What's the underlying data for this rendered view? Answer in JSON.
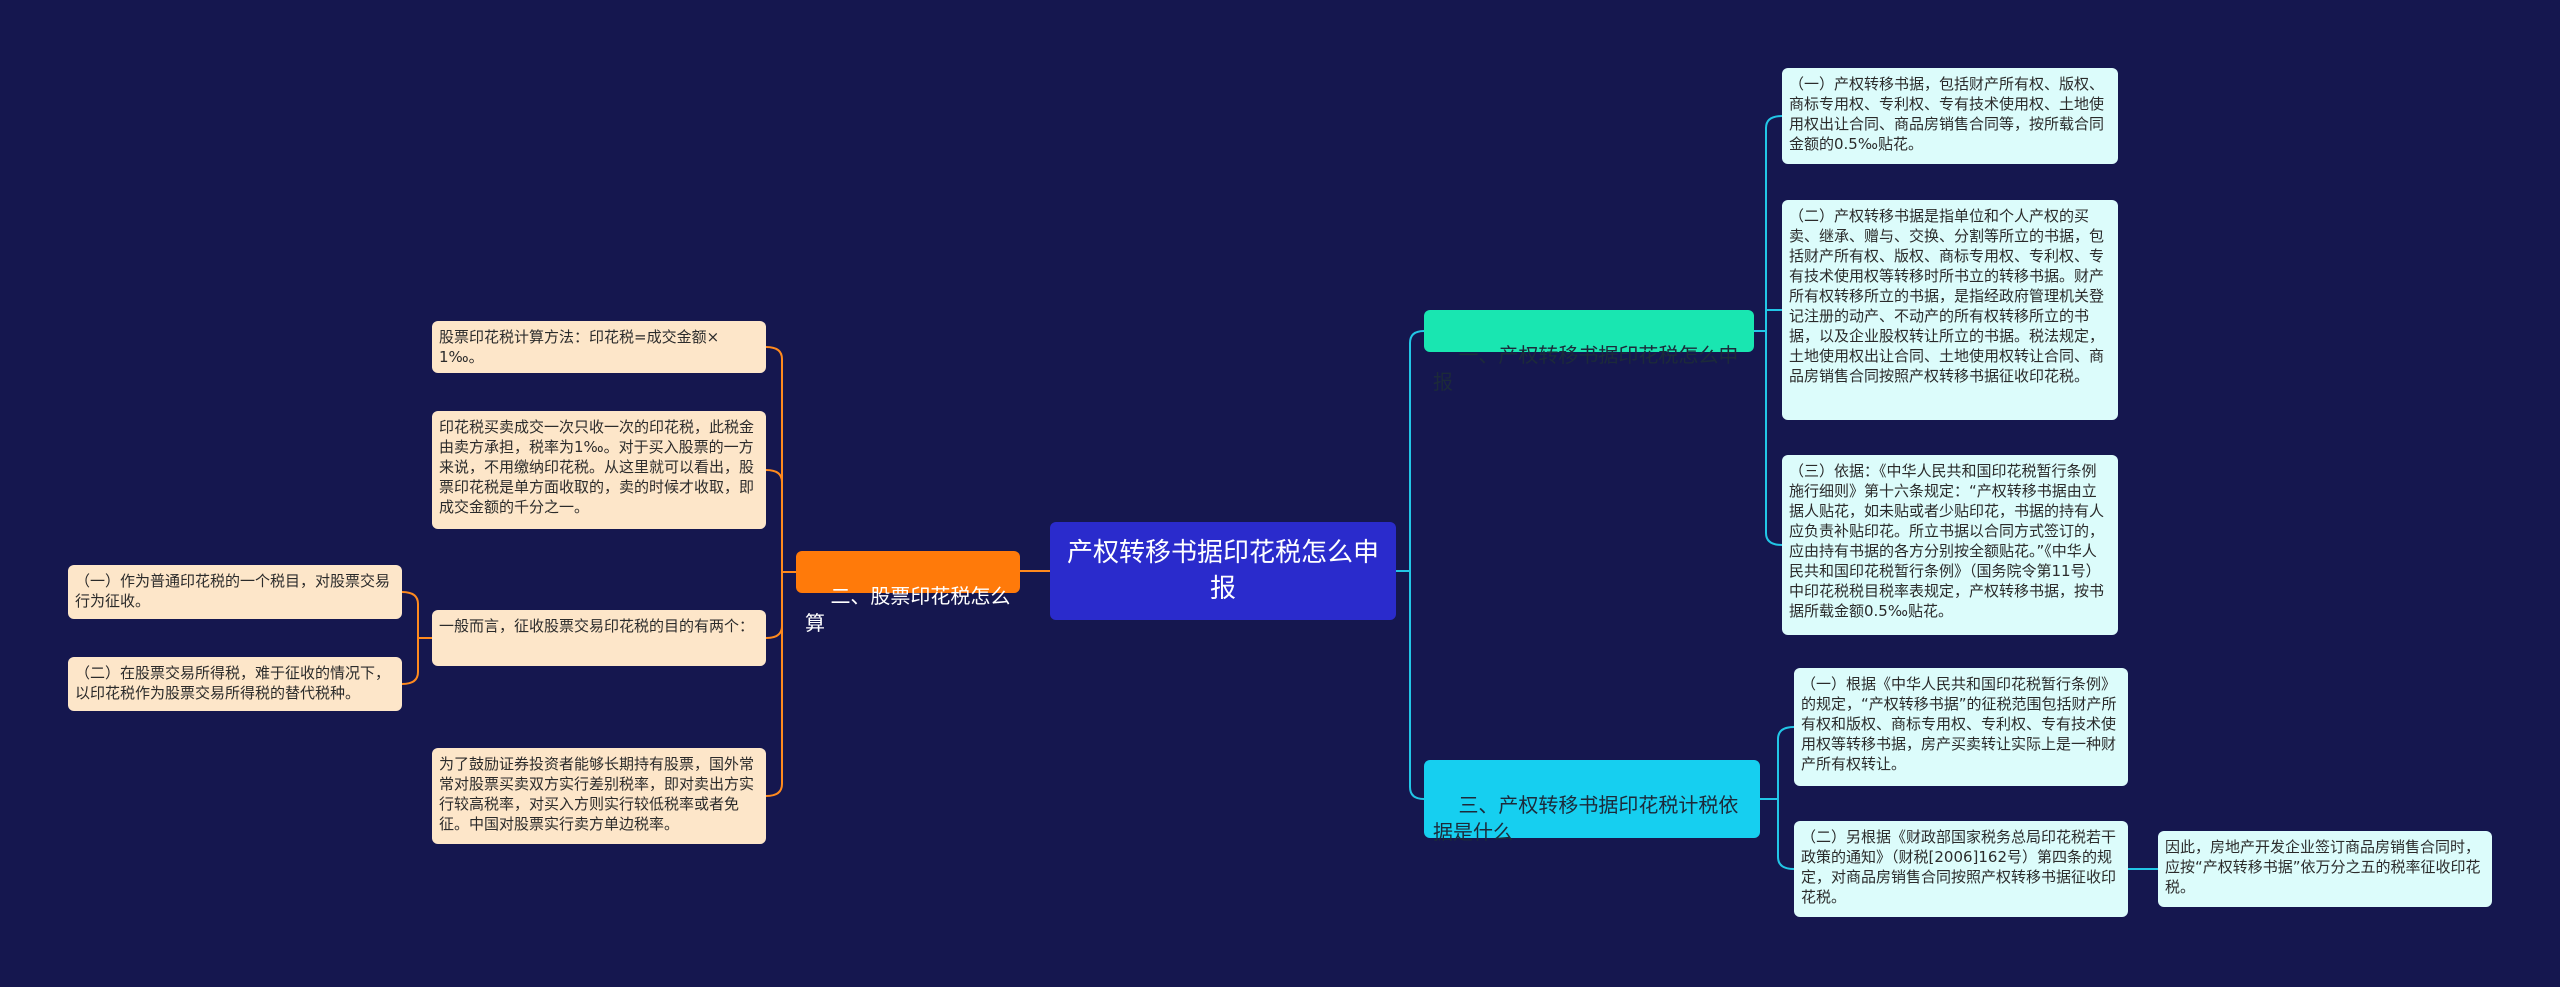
{
  "root": {
    "label": "产权转移书据印花税怎么申报"
  },
  "branch1": {
    "label": "一、产权转移书据印花税怎么申报",
    "leaves": [
      "（一）产权转移书据，包括财产所有权、版权、商标专用权、专利权、专有技术使用权、土地使用权出让合同、商品房销售合同等，按所载合同金额的0.5‰贴花。",
      "（二）产权转移书据是指单位和个人产权的买卖、继承、赠与、交换、分割等所立的书据，包括财产所有权、版权、商标专用权、专利权、专有技术使用权等转移时所书立的转移书据。财产所有权转移所立的书据，是指经政府管理机关登记注册的动产、不动产的所有权转移所立的书据，以及企业股权转让所立的书据。税法规定，土地使用权出让合同、土地使用权转让合同、商品房销售合同按照产权转移书据征收印花税。",
      "（三）依据：《中华人民共和国印花税暂行条例施行细则》第十六条规定：“产权转移书据由立据人贴花，如未贴或者少贴印花，书据的持有人应负责补贴印花。所立书据以合同方式签订的，应由持有书据的各方分别按全额贴花。”《中华人民共和国印花税暂行条例》（国务院令第11号）中印花税税目税率表规定，产权转移书据，按书据所载金额0.5‰贴花。"
    ]
  },
  "branch2": {
    "label": "二、股票印花税怎么算",
    "leaves": [
      "股票印花税计算方法：印花税=成交金额×1‰。",
      "印花税买卖成交一次只收一次的印花税，此税金由卖方承担，税率为1‰。对于买入股票的一方来说，不用缴纳印花税。从这里就可以看出，股票印花税是单方面收取的，卖的时候才收取，即成交金额的千分之一。",
      "一般而言，征收股票交易印花税的目的有两个：",
      "为了鼓励证券投资者能够长期持有股票，国外常常对股票买卖双方实行差别税率，即对卖出方实行较高税率，对买入方则实行较低税率或者免征。中国对股票实行卖方单边税率。"
    ],
    "subleaves": [
      "（一）作为普通印花税的一个税目，对股票交易行为征收。",
      "（二）在股票交易所得税，难于征收的情况下，以印花税作为股票交易所得税的替代税种。"
    ]
  },
  "branch3": {
    "label": "三、产权转移书据印花税计税依据是什么",
    "leaves": [
      "（一）根据《中华人民共和国印花税暂行条例》的规定，“产权转移书据”的征税范围包括财产所有权和版权、商标专用权、专利权、专有技术使用权等转移书据，房产买卖转让实际上是一种财产所有权转让。",
      "（二）另根据《财政部国家税务总局印花税若干政策的通知》（财税[2006]162号）第四条的规定，对商品房销售合同按照产权转移书据征收印花税。"
    ],
    "subleaf": "因此，房地产开发企业签订商品房销售合同时，应按“产权转移书据”依万分之五的税率征收印花税。"
  },
  "colors": {
    "background": "#15174f",
    "root": "#2a2bcc",
    "branch1": "#19e6b1",
    "branch2": "#ff7a0a",
    "branch3": "#16cff0",
    "leaf_right": "#dcfcfb",
    "leaf_left": "#fde6c9",
    "line_right": "#22c6e6",
    "line_left": "#ff8a1e"
  }
}
